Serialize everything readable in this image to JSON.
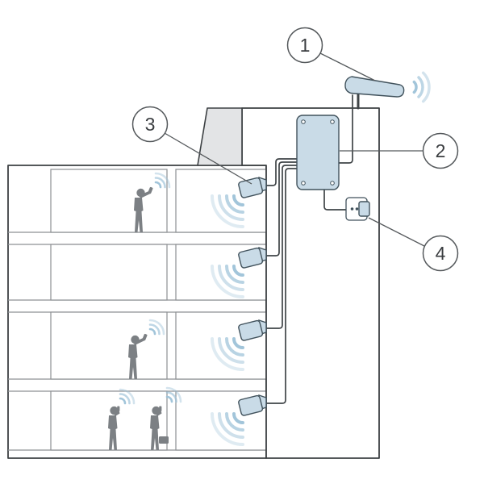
{
  "diagram": {
    "callouts": [
      {
        "label": "1",
        "target": "outdoor-antenna"
      },
      {
        "label": "2",
        "target": "signal-booster"
      },
      {
        "label": "3",
        "target": "indoor-antenna"
      },
      {
        "label": "4",
        "target": "power-outlet"
      }
    ],
    "components": [
      "outdoor-antenna",
      "signal-booster",
      "indoor-antennas-on-each-floor",
      "power-outlet",
      "building-cutaway-with-people-on-phones"
    ],
    "colors": {
      "outline": "#3c4043",
      "secondary_line": "#8d9093",
      "device_fill": "#c9dbe7",
      "device_stroke": "#41525c",
      "signal_wave": "#9dc2d8",
      "roof_fill": "#e3e4e6",
      "person_fill": "#7c8084",
      "background": "#ffffff"
    }
  }
}
